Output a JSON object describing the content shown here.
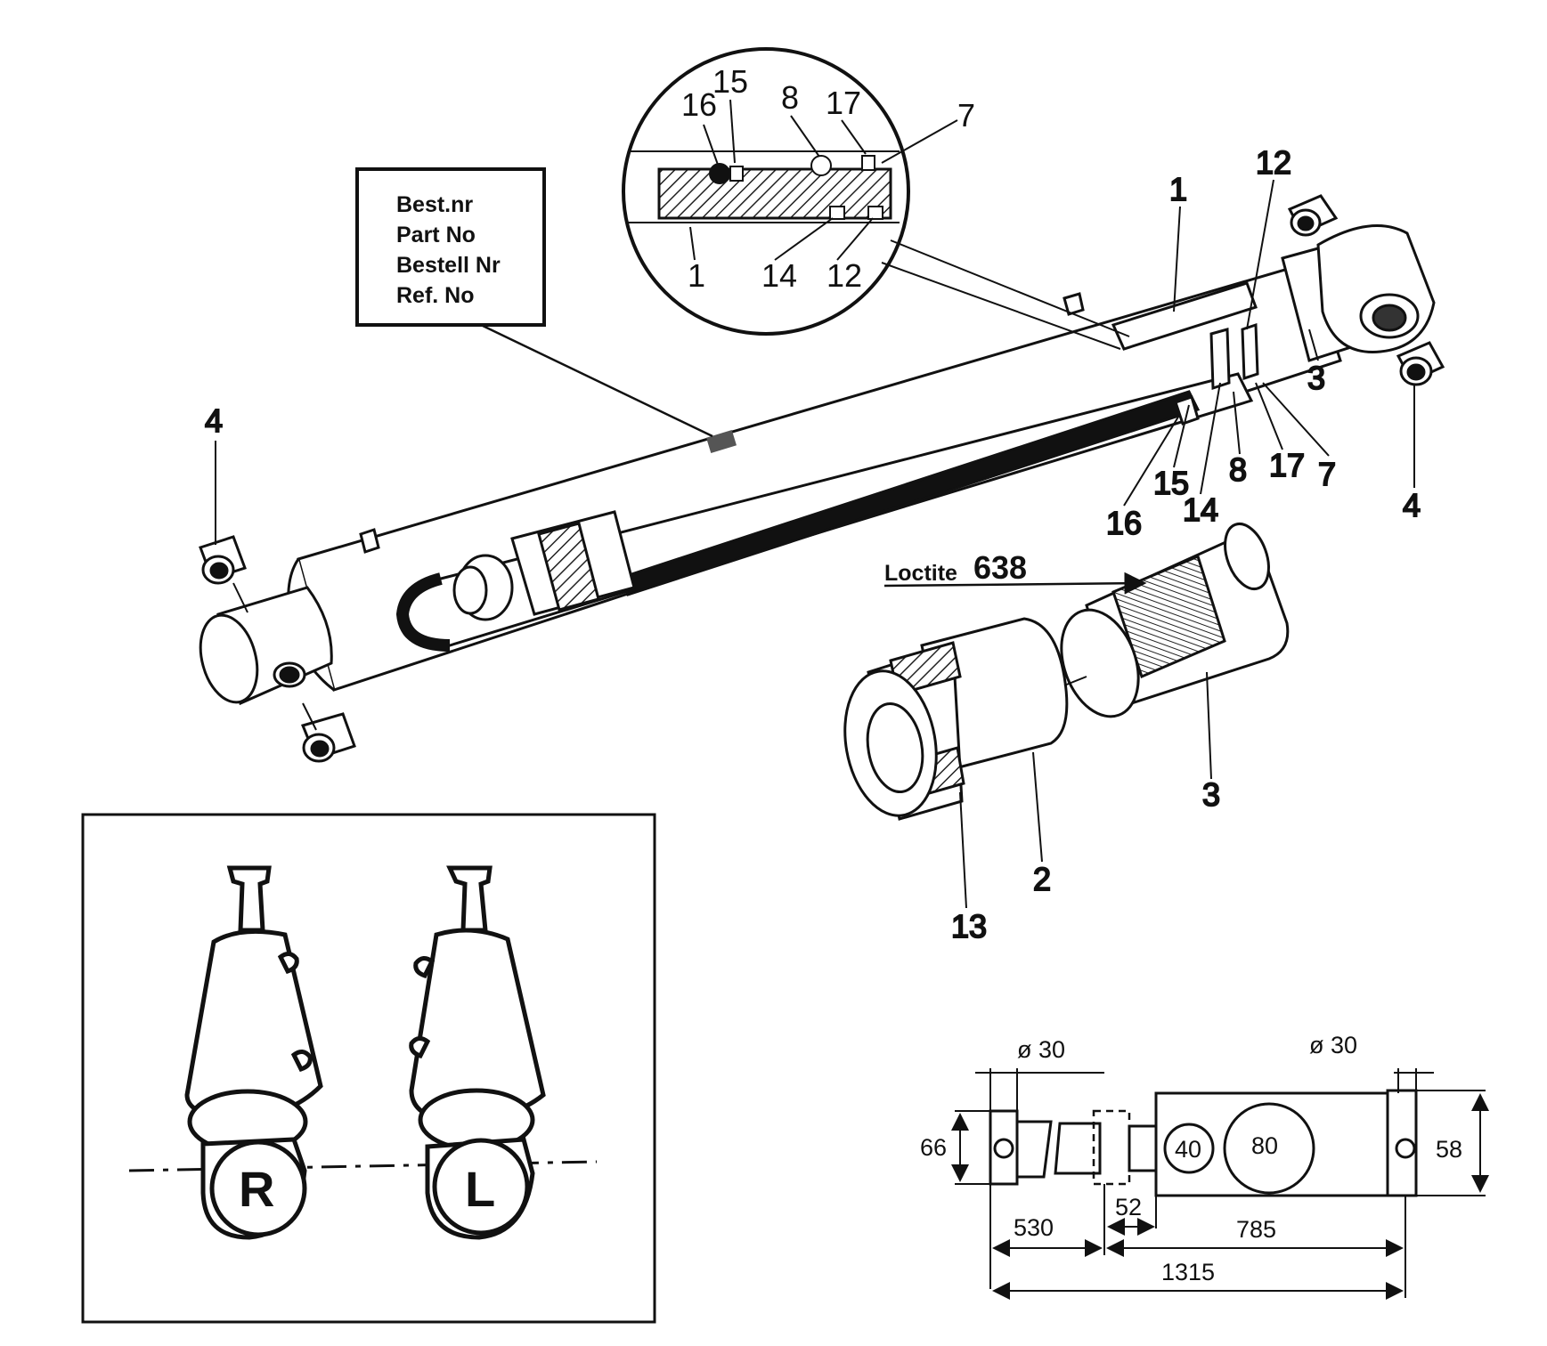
{
  "label_box": {
    "lines": [
      "Best.nr",
      "Part No",
      "Bestell Nr",
      "Ref. No"
    ]
  },
  "detail": {
    "labels": {
      "16": "16",
      "15": "15",
      "8": "8",
      "17": "17",
      "7": "7",
      "1": "1",
      "14": "14",
      "12": "12"
    }
  },
  "callouts": {
    "c1": "1",
    "c12": "12",
    "c3a": "3",
    "c4l": "4",
    "c4r": "4",
    "c16": "16",
    "c15": "15",
    "c14": "14",
    "c8": "8",
    "c17": "17",
    "c7": "7",
    "c3b": "3",
    "c2": "2",
    "c13": "13"
  },
  "loctite": {
    "label": "Loctite",
    "number": "638"
  },
  "orientation": {
    "right": "R",
    "left": "L"
  },
  "dimensions": {
    "dia_left": "ø 30",
    "dia_right": "ø 30",
    "d66": "66",
    "d58": "58",
    "d40": "40",
    "d80": "80",
    "d530": "530",
    "d52": "52",
    "d785": "785",
    "d1315": "1315"
  }
}
